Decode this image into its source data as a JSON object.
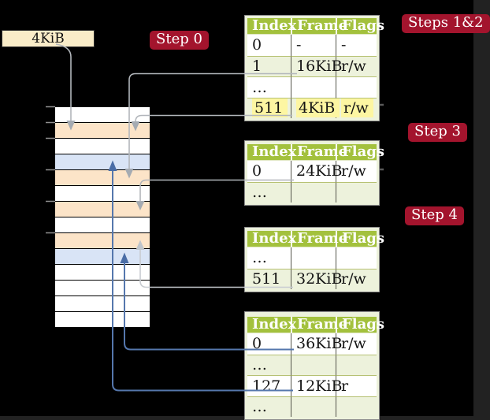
{
  "colors": {
    "bg": "#000000",
    "green": "#a3c13d",
    "row_light": "#edf2dc",
    "peach": "#fce4c8",
    "blue_row": "#d9e4f6",
    "yellow": "#fdf6a2",
    "red": "#a3142d",
    "cream": "#f9ecc8",
    "gray_line": "#b2b6bb",
    "gray_head": "#a5abb2",
    "gray_light": "#c8ccd1",
    "gray_head_light": "#bfc5cb",
    "blue_line": "#5577ad",
    "blue_head": "#4a6da6",
    "tick": "#909090",
    "stub": "#5a5a5a"
  },
  "frame_box": {
    "label": "4KiB"
  },
  "steps": {
    "step0": "Step 0",
    "steps12": "Steps 1&2",
    "step3": "Step 3",
    "step4": "Step 4"
  },
  "table_headers": [
    "Index",
    "Frame",
    "Flags"
  ],
  "tables": {
    "t1": {
      "highlight_row": 3,
      "rows": [
        [
          "0",
          "-",
          "-"
        ],
        [
          "1",
          "16KiB",
          "r/w"
        ],
        [
          "…",
          "",
          ""
        ],
        [
          "511",
          "4KiB",
          "r/w"
        ]
      ]
    },
    "t2": {
      "rows": [
        [
          "0",
          "24KiB",
          "r/w"
        ],
        [
          "…",
          "",
          ""
        ]
      ]
    },
    "t3": {
      "rows": [
        [
          "…",
          "",
          ""
        ],
        [
          "511",
          "32KiB",
          "r/w"
        ]
      ]
    },
    "t4": {
      "rows": [
        [
          "0",
          "36KiB",
          "r/w"
        ],
        [
          "…",
          "",
          ""
        ],
        [
          "127",
          "12KiB",
          "r"
        ],
        [
          "…",
          "",
          ""
        ]
      ]
    }
  },
  "memory": {
    "pattern": [
      "white",
      "peach",
      "white",
      "blue",
      "peach",
      "white",
      "peach",
      "white",
      "peach",
      "blue",
      "white",
      "white",
      "white",
      "white"
    ]
  }
}
